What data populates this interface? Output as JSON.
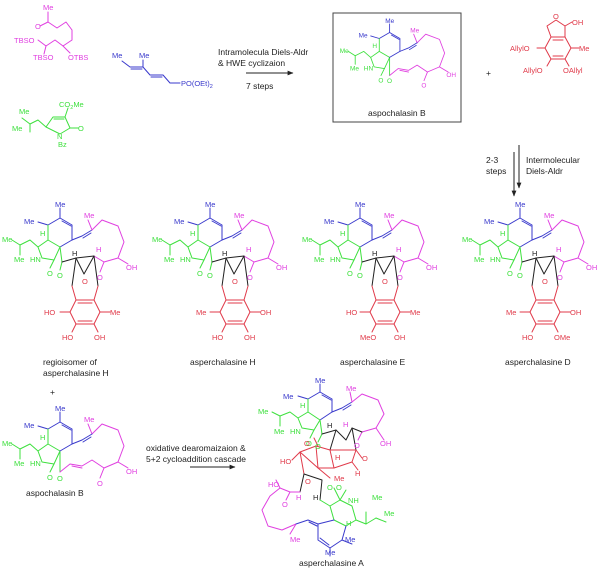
{
  "colors": {
    "magenta": "#e040e0",
    "blue": "#3a3acc",
    "green": "#3ee03e",
    "red": "#e03a4a",
    "black": "#222222"
  },
  "starting_materials": {
    "ketone_fragment": {
      "labels": [
        "Me",
        "O",
        "TBSO",
        "TBSO",
        "OTBS"
      ]
    },
    "diene_phosphonate": {
      "labels": [
        "Me",
        "Me",
        "PO(OEt)2"
      ]
    },
    "pyrrolinone": {
      "labels": [
        "Me",
        "Me",
        "CO2Me",
        "N",
        "O",
        "Bz"
      ]
    }
  },
  "step1": {
    "condition_line1": "Intramolecula Diels-Aldr",
    "condition_line2": "& HWE cyclizaion",
    "steps": "7 steps"
  },
  "aspochalasin_b_box": {
    "caption": "aspochalasin B",
    "labels": [
      "Me",
      "Me",
      "H",
      "Me",
      "Me",
      "HN",
      "O",
      "O",
      "Me",
      "O",
      "OH"
    ]
  },
  "plus_sign": "+",
  "aromatic_partner": {
    "labels": [
      "O",
      "OH",
      "AllylO",
      "Me",
      "AllylO",
      "OAllyl"
    ]
  },
  "step2": {
    "left_line1": "2-3",
    "left_line2": "steps",
    "right_line1": "Intermolecular",
    "right_line2": "Diels-Aldr"
  },
  "products": [
    {
      "caption_line1": "regioisomer of",
      "caption_line2": "asperchalasine H",
      "aryl_labels": [
        "HO",
        "Me",
        "HO",
        "OH"
      ]
    },
    {
      "caption_line1": "asperchalasine H",
      "caption_line2": "",
      "aryl_labels": [
        "Me",
        "OH",
        "HO",
        "OH"
      ]
    },
    {
      "caption_line1": "asperchalasine E",
      "caption_line2": "",
      "aryl_labels": [
        "HO",
        "Me",
        "MeO",
        "OH"
      ]
    },
    {
      "caption_line1": "asperchalasine D",
      "caption_line2": "",
      "aryl_labels": [
        "Me",
        "OH",
        "HO",
        "OMe"
      ]
    }
  ],
  "core_labels": {
    "me_top": "Me",
    "me_left": "Me",
    "h_green": "H",
    "me_g1": "Me",
    "me_g2": "Me",
    "hn": "HN",
    "o1": "O",
    "o2": "O",
    "me_mag": "Me",
    "h_black": "H",
    "h_mag": "H",
    "o_mag": "O",
    "oh_mag": "OH",
    "o_bridge": "O"
  },
  "bottom": {
    "plus_sign": "+",
    "reactant_caption": "aspochalasin B",
    "condition_line1": "oxidative dearomaizaion &",
    "condition_line2": "5+2 cycloaddition cascade",
    "product_caption": "asperchalasine A",
    "product_labels": {
      "o_red1": "O",
      "ho_red": "HO",
      "o_red2": "O",
      "o_red3": "O",
      "h_red1": "H",
      "h_red2": "H",
      "me_red": "Me",
      "ho_mag": "HO",
      "o_mag_b": "O",
      "h_mag_b": "H",
      "h_black_b": "H",
      "o_g_b": "O",
      "o_g_b2": "O",
      "nh": "NH",
      "me_g_b1": "Me",
      "me_g_b2": "Me",
      "h_g_b": "H",
      "me_mag_b": "Me",
      "me_blue_b1": "Me",
      "me_blue_b2": "Me"
    }
  }
}
